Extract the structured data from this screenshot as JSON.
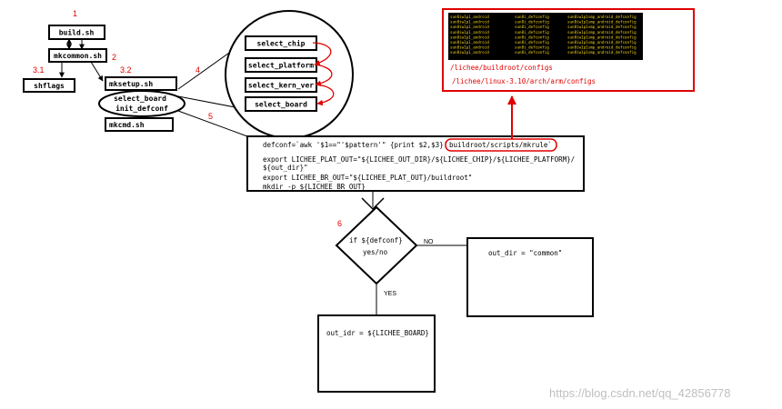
{
  "markers": {
    "m1": "1",
    "m2": "2",
    "m31": "3.1",
    "m32": "3.2",
    "m4": "4",
    "m5": "5",
    "m6": "6"
  },
  "nodes": {
    "build": "build.sh",
    "mkcommon": "mkcommon.sh",
    "shflags": "shflags",
    "mksetup": "mksetup.sh",
    "select_board_main": "select_board",
    "init_defconf": "init_defconf",
    "mkcmd": "mkcmd.sh",
    "select_chip": "select_chip",
    "select_platform": "select_platform",
    "select_kern_ver": "select_kern_ver",
    "select_board_sub": "select_board"
  },
  "code": {
    "line1_pre": "defconf=`awk '$1==\"'$pattern'\" {print $2,$3}'",
    "line1_file": "buildroot/scripts/mkrule`",
    "line2": "export LICHEE_PLAT_OUT=\"${LICHEE_OUT_DIR}/${LICHEE_CHIP}/${LICHEE_PLATFORM}/",
    "line3": "${out_dir}\"",
    "line4": "export LICHEE_BR_OUT=\"${LICHEE_PLAT_OUT}/buildroot\"",
    "line5": "mkdir -p ${LICHEE_BR_OUT}"
  },
  "decision": {
    "line1": "if ${defconf}",
    "line2": "yes/no",
    "no_label": "NO",
    "yes_label": "YES"
  },
  "outputs": {
    "common": "out_dir = \"common\"",
    "board": "out_idr = ${LICHEE_BOARD}"
  },
  "configs": {
    "path1": "/lichee/buildroot/configs",
    "path2": "/lichee/linux-3.10/arch/arm/configs"
  },
  "terminal": {
    "col1": [
      "sun8iw1p1_android",
      "sun8iw1p1_android",
      "sun8iw1p1_android",
      "sun8iw1p1_android",
      "sun8iw1p1_android",
      "sun8iw1p1_android",
      "sun8iw1p1_android",
      "sun8iw1p1_android"
    ],
    "col2": [
      "sun8i_defconfig",
      "sun8i_defconfig",
      "sun8i_defconfig",
      "sun8i_defconfig",
      "sun8i_defconfig",
      "sun8i_defconfig",
      "sun8i_defconfig",
      "sun8i_defconfig"
    ],
    "col3": [
      "sun8iw1p1smp_android_defconfig",
      "sun8iw1p1smp_android_defconfig",
      "sun8iw1p1smp_android_defconfig",
      "sun8iw1p1smp_android_defconfig",
      "sun8iw1p1smp_android_defconfig",
      "sun8iw1p1smp_android_defconfig",
      "sun8iw1p1smp_android_defconfig",
      "sun8iw1p1smp_android_defconfig"
    ]
  },
  "watermark": "https://blog.csdn.net/qq_42856778",
  "colors": {
    "accent": "#e00000",
    "line": "#000000",
    "terminal_bg": "#000000",
    "terminal_text": "#f2d21b"
  }
}
